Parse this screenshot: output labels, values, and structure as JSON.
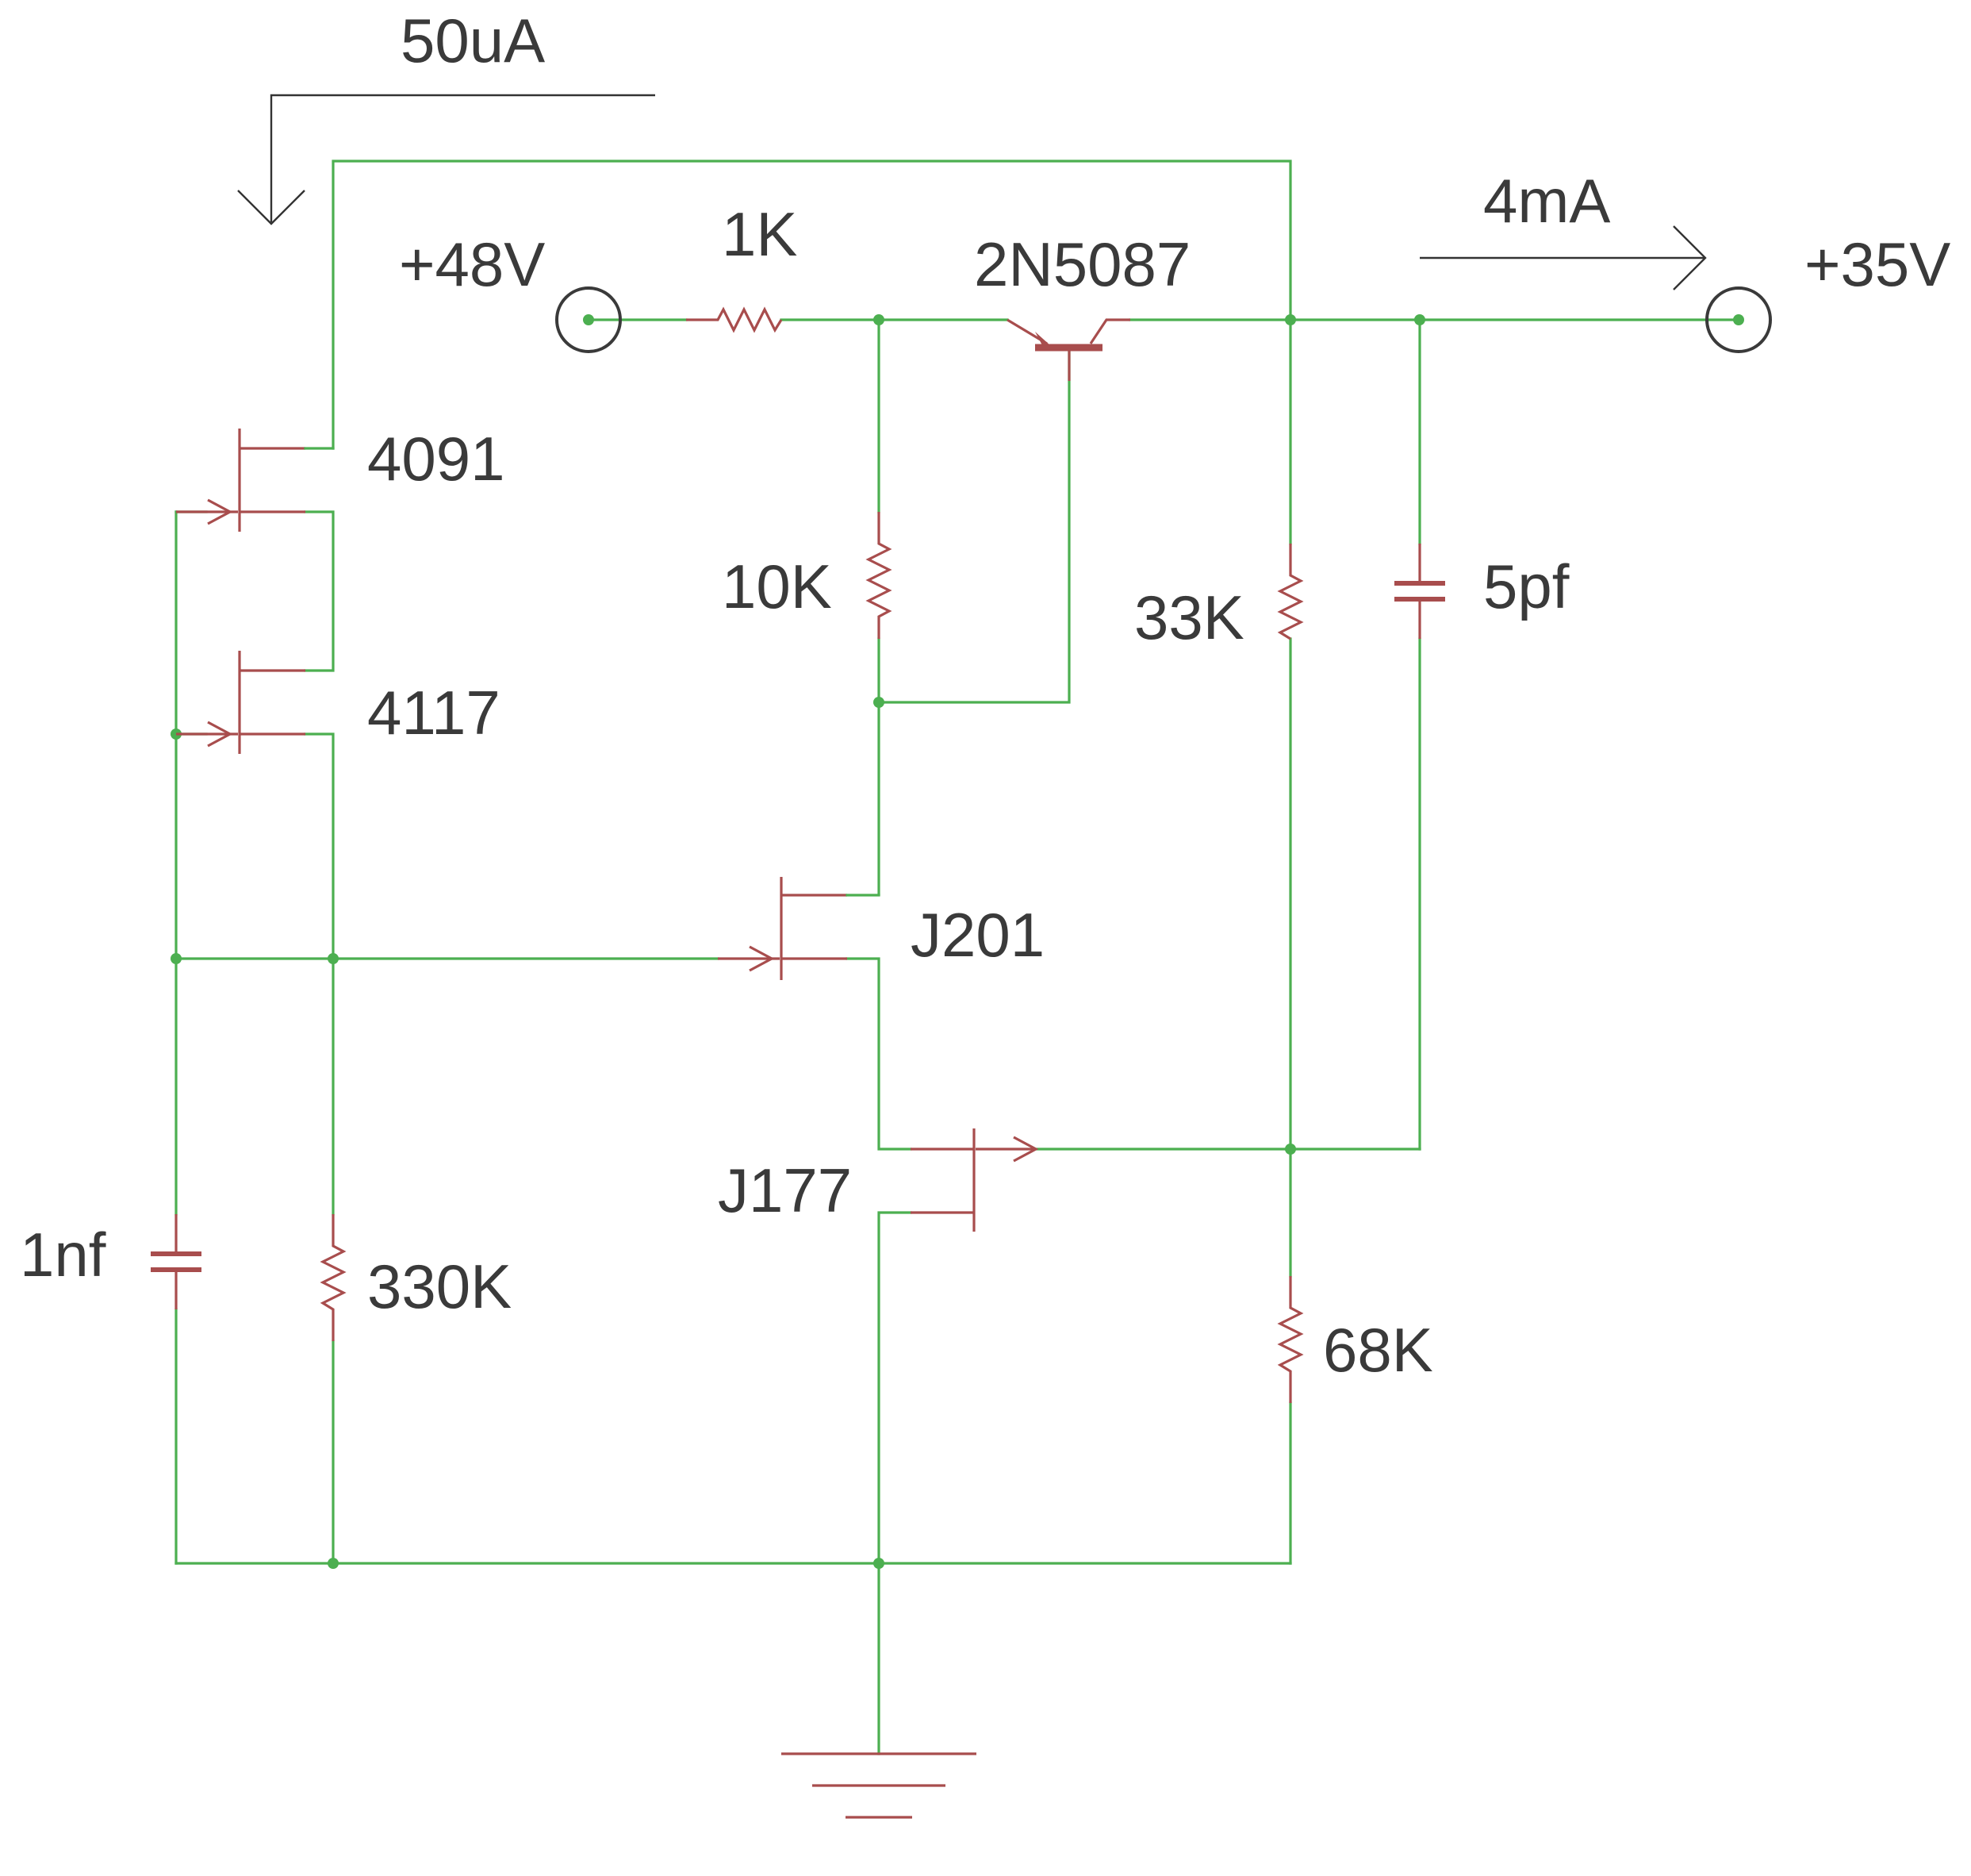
{
  "annotations": {
    "top_current": "50uA",
    "output_current": "4mA"
  },
  "terminals": {
    "input": "+48V",
    "output": "+35V"
  },
  "components": {
    "r_input": "1K",
    "q_pass": "2N5087",
    "r_10k": "10K",
    "r_33k": "33K",
    "c_5pf": "5pf",
    "jfet_4091": "4091",
    "jfet_4117": "4117",
    "jfet_j201": "J201",
    "jfet_j177": "J177",
    "c_1nf": "1nf",
    "r_330k": "330K",
    "r_68k": "68K"
  },
  "colors": {
    "wire": "#4caf50",
    "component": "#a84d4d",
    "text": "#3a3a3a"
  }
}
